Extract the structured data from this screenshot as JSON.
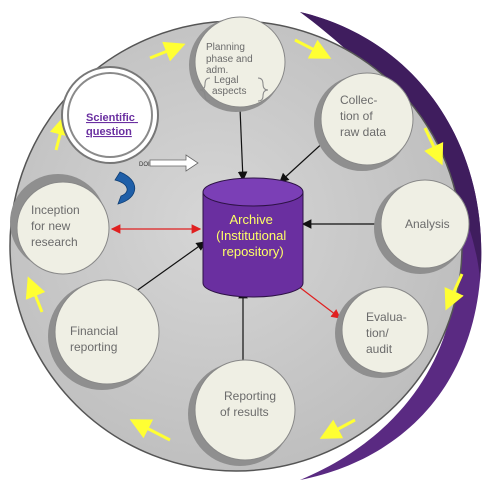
{
  "nodes": {
    "scientific_question": [
      "Scientific",
      "question"
    ],
    "planning": [
      "Planning",
      "phase and",
      "adm.",
      "Legal",
      "aspects"
    ],
    "collection": [
      "Collec-",
      "tion of",
      "raw data"
    ],
    "analysis": [
      "Analysis"
    ],
    "evaluation": [
      "Evalua-",
      "tion/",
      "audit"
    ],
    "reporting_results": [
      "Reporting",
      "of results"
    ],
    "financial": [
      "Financial",
      "reporting"
    ],
    "inception": [
      "Inception",
      "for new",
      "research"
    ]
  },
  "center": {
    "label": [
      "Archive",
      "(Institutional",
      "repository)"
    ]
  },
  "doi_label": "DOI",
  "colors": {
    "outer_ring": "#5a2a82",
    "disc": "#c9c9c9",
    "node_fill": "#efefe4",
    "node_text": "#6b6b6b",
    "cylinder": "#6a2fa0",
    "cylinder_top": "#7b3fb6",
    "center_text": "#ffff66",
    "flow_arrow": "#ffff33",
    "red_link": "#e02020",
    "black_link": "#111111",
    "curved_arrow": "#1f5fa8",
    "link_text": "#6a2fa0"
  }
}
